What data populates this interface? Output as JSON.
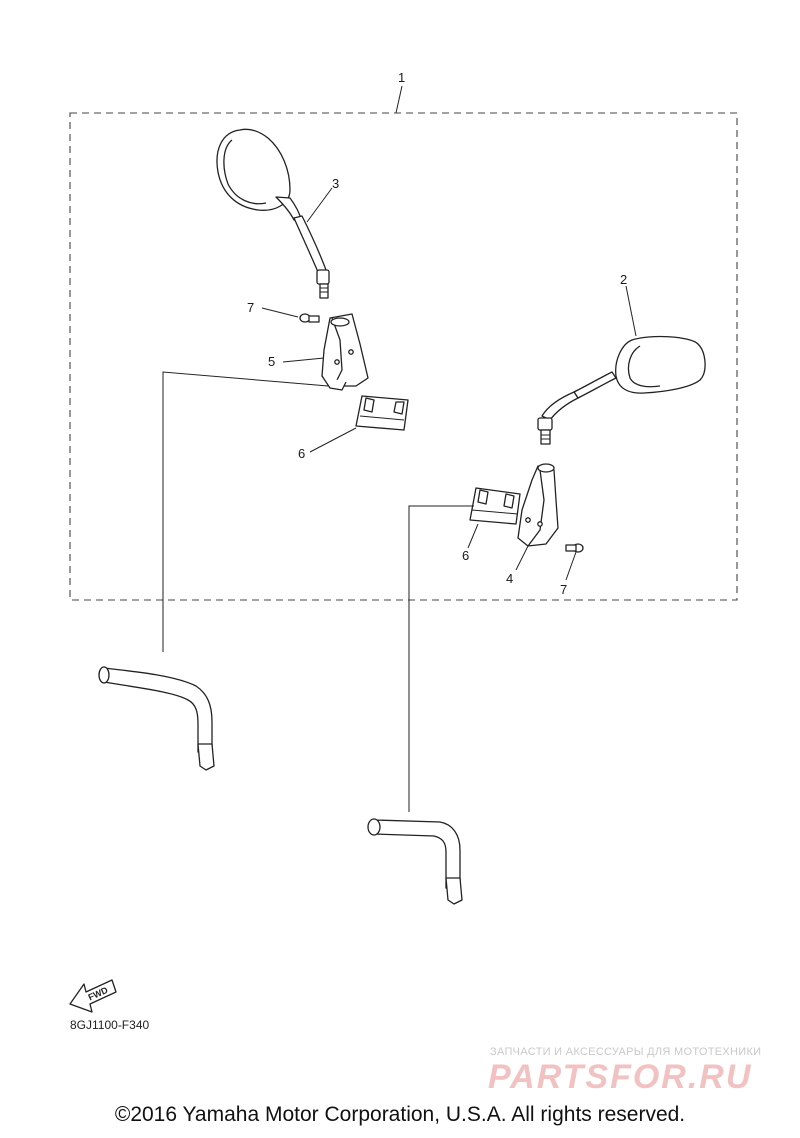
{
  "callouts": [
    {
      "id": "1",
      "label": "1"
    },
    {
      "id": "2",
      "label": "2"
    },
    {
      "id": "3",
      "label": "3"
    },
    {
      "id": "4",
      "label": "4"
    },
    {
      "id": "5",
      "label": "5"
    },
    {
      "id": "6a",
      "label": "6"
    },
    {
      "id": "6b",
      "label": "6"
    },
    {
      "id": "7a",
      "label": "7"
    },
    {
      "id": "7b",
      "label": "7"
    }
  ],
  "fwd_arrow_label": "FWD",
  "diagram_code": "8GJ1100-F340",
  "watermark": {
    "tagline": "ЗАПЧАСТИ И АКСЕССУАРЫ ДЛЯ МОТОТЕХНИКИ",
    "logo": "PARTSFOR.RU"
  },
  "copyright": "©2016 Yamaha Motor Corporation, U.S.A. All rights reserved.",
  "colors": {
    "line": "#222222",
    "watermark_logo": "#f2c2c2",
    "watermark_text": "#c9c9c9"
  }
}
